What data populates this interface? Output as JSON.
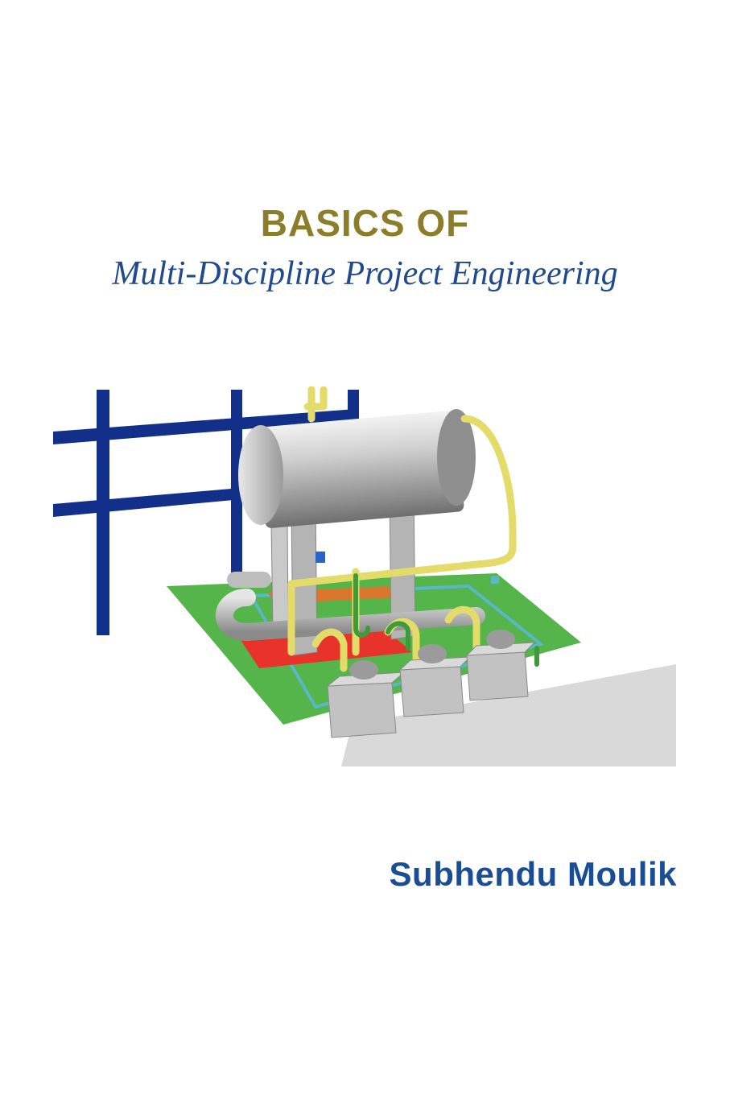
{
  "cover": {
    "title_line1": "BASICS OF",
    "title_line2": "Multi-Discipline Project Engineering",
    "author": "Subhendu Moulik"
  },
  "illustration": {
    "icon": "process-plant-3d-illustration"
  },
  "colors": {
    "title_gold": "#8b7d2a",
    "subtitle_blue": "#1f4a8c",
    "author_blue": "#1a4d94",
    "structure_blue": "#12308a",
    "base_green": "#55b54a",
    "pipe_yellow": "#e3dc6a",
    "vessel_gray": "#b9b9b9"
  }
}
